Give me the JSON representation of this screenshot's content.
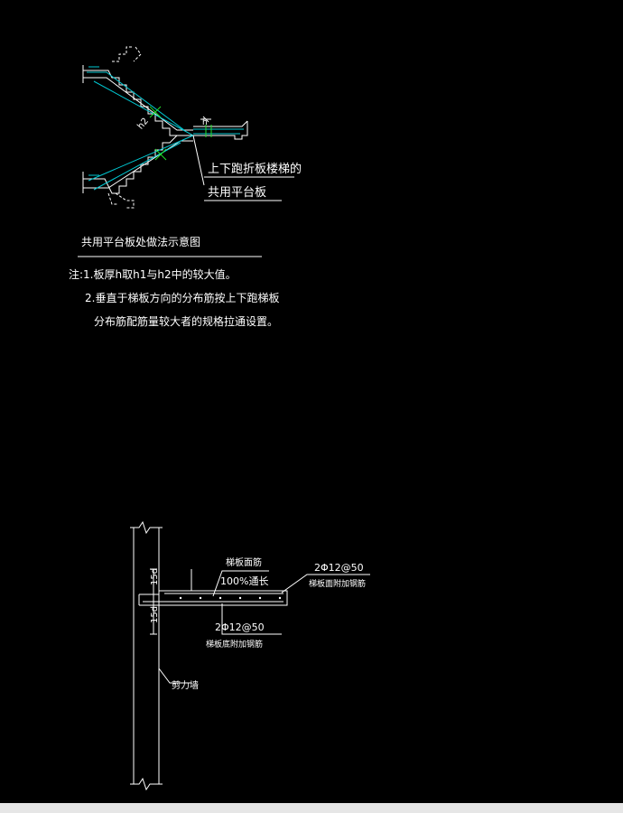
{
  "colors": {
    "background": "#000000",
    "white_lines": "#ffffff",
    "cyan_lines": "#00c8d2",
    "green_marks": "#22e02a",
    "bottom_bar": "#e6e6e6"
  },
  "stair_detail": {
    "upper_label_line1": "上下跑折板楼梯的",
    "upper_label_line2": "共用平台板",
    "dim_h2": "h2",
    "dim_h": "h",
    "title": "共用平台板处做法示意图",
    "note1": "注:1.板厚h取h1与h2中的较大值。",
    "note2": "2.垂直于梯板方向的分布筋按上下跑梯板",
    "note3": "分布筋配筋量较大者的规格拉通设置。"
  },
  "wall_detail": {
    "label_top_rebar": "梯板面筋",
    "label_top_pct": "100%通长",
    "label_top_add": "2Φ12@50",
    "label_top_add_desc": "梯板面附加钢筋",
    "label_bottom_add": "2Φ12@50",
    "label_bottom_add_desc": "梯板底附加钢筋",
    "label_15d_upper": "15d",
    "label_15d_lower": "15d",
    "label_wall": "剪力墙"
  }
}
